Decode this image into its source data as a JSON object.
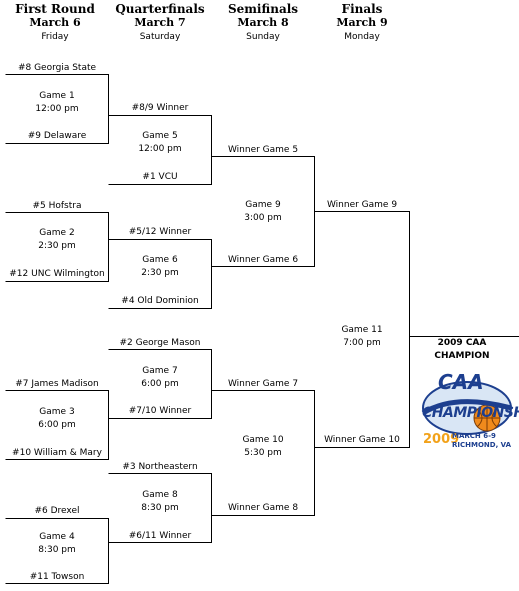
{
  "rounds": [
    {
      "name": "First Round",
      "date": "March 6",
      "day": "Friday"
    },
    {
      "name": "Quarterfinals",
      "date": "March 7",
      "day": "Saturday"
    },
    {
      "name": "Semifinals",
      "date": "March 8",
      "day": "Sunday"
    },
    {
      "name": "Finals",
      "date": "March 9",
      "day": "Monday"
    }
  ],
  "first_round": [
    {
      "top": "#8 Georgia State",
      "game": "Game 1",
      "time": "12:00 pm",
      "bottom": "#9 Delaware"
    },
    {
      "top": "#5 Hofstra",
      "game": "Game 2",
      "time": "2:30 pm",
      "bottom": "#12 UNC Wilmington"
    },
    {
      "top": "#7 James Madison",
      "game": "Game 3",
      "time": "6:00 pm",
      "bottom": "#10 William & Mary"
    },
    {
      "top": "#6 Drexel",
      "game": "Game 4",
      "time": "8:30 pm",
      "bottom": "#11 Towson"
    }
  ],
  "quarterfinals": [
    {
      "top": "#8/9 Winner",
      "game": "Game 5",
      "time": "12:00 pm",
      "bottom": "#1 VCU"
    },
    {
      "top": "#5/12 Winner",
      "game": "Game 6",
      "time": "2:30 pm",
      "bottom": "#4 Old Dominion"
    },
    {
      "top": "#2 George Mason",
      "game": "Game 7",
      "time": "6:00 pm",
      "bottom": "#7/10 Winner"
    },
    {
      "top": "#3 Northeastern",
      "game": "Game 8",
      "time": "8:30 pm",
      "bottom": "#6/11 Winner"
    }
  ],
  "semifinals": [
    {
      "top": "Winner Game 5",
      "game": "Game 9",
      "time": "3:00 pm",
      "bottom": "Winner Game 6"
    },
    {
      "top": "Winner Game 7",
      "game": "Game 10",
      "time": "5:30 pm",
      "bottom": "Winner Game 8"
    }
  ],
  "finals": {
    "top": "Winner Game 9",
    "game": "Game 11",
    "time": "7:00 pm",
    "bottom": "Winner Game 10"
  },
  "champion": {
    "line1": "2009 CAA",
    "line2": "CHAMPION"
  },
  "logo": {
    "caa": "CAA",
    "word": "CHAMPIONSHIP",
    "year": "2009",
    "dates": "MARCH 6-9",
    "city": "RICHMOND, VA"
  }
}
